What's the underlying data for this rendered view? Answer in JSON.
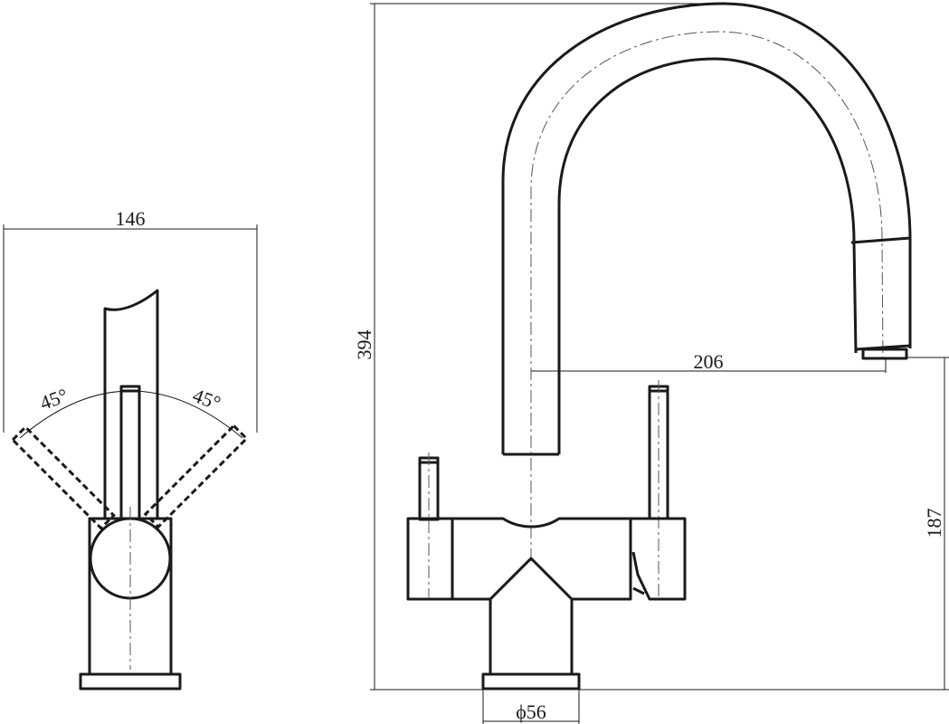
{
  "dimensions": {
    "left_width": "146",
    "angle_left": "45°",
    "angle_right": "45°",
    "total_height": "394",
    "reach": "206",
    "lever_height": "187",
    "base_diameter": "56"
  },
  "colors": {
    "line": "#1a1a1a",
    "centerline": "#555555",
    "background": "#ffffff"
  }
}
